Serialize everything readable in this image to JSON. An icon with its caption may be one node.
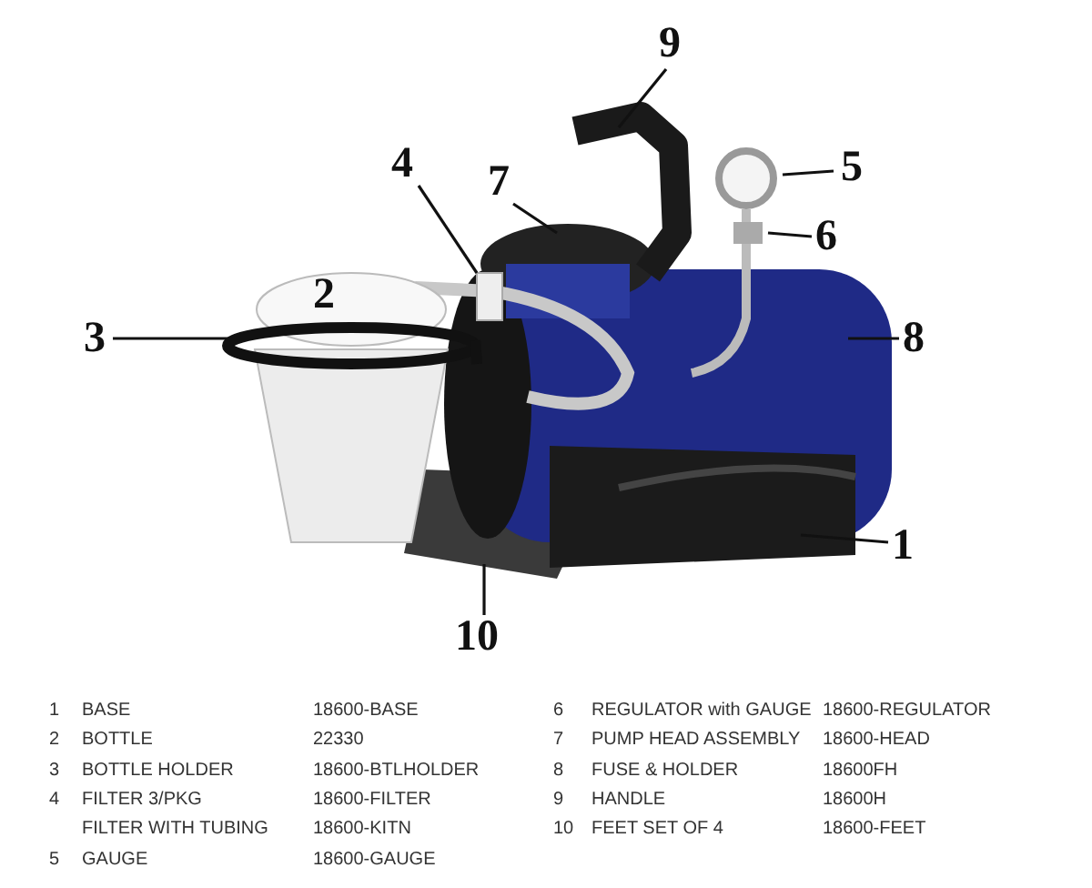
{
  "diagram": {
    "nodes": [
      {
        "text": [
          "9"
        ]
      },
      {
        "text": [
          "5"
        ]
      },
      {
        "text": [
          "4"
        ]
      },
      {
        "text": [
          "7"
        ]
      },
      {
        "text": [
          "6"
        ]
      },
      {
        "text": [
          "3"
        ]
      },
      {
        "text": [
          "8"
        ]
      },
      {
        "text": [
          "1"
        ]
      },
      {
        "text": [
          "10"
        ]
      }
    ],
    "edges": [
      {
        "from": 0,
        "to": null,
        "arrow": "none"
      },
      {
        "from": 1,
        "to": null,
        "arrow": "none"
      },
      {
        "from": 2,
        "to": null,
        "arrow": "none"
      },
      {
        "from": 3,
        "to": null,
        "arrow": "none"
      },
      {
        "from": 4,
        "to": null,
        "arrow": "none"
      },
      {
        "from": 5,
        "to": null,
        "arrow": "none"
      },
      {
        "from": 6,
        "to": null,
        "arrow": "none"
      },
      {
        "from": 7,
        "to": null,
        "arrow": "none"
      },
      {
        "from": 8,
        "to": null,
        "arrow": "none"
      }
    ],
    "labels": [
      "2",
      "1",
      "BASE",
      "18600-BASE",
      "2",
      "BOTTLE",
      "22330",
      "3",
      "BOTTLE HOLDER",
      "18600-BTLHOLDER",
      "4",
      "FILTER 3/PKG",
      "18600-FILTER",
      "FILTER WITH TUBING",
      "18600-KITN",
      "5",
      "GAUGE",
      "18600-GAUGE",
      "6",
      "REGULATOR with GAUGE",
      "18600-REGULATOR",
      "7",
      "PUMP HEAD ASSEMBLY",
      "18600-HEAD",
      "8",
      "FUSE & HOLDER",
      "18600FH",
      "9",
      "HANDLE",
      "18600H",
      "10",
      "FEET SET OF 4",
      "18600-FEET"
    ]
  }
}
